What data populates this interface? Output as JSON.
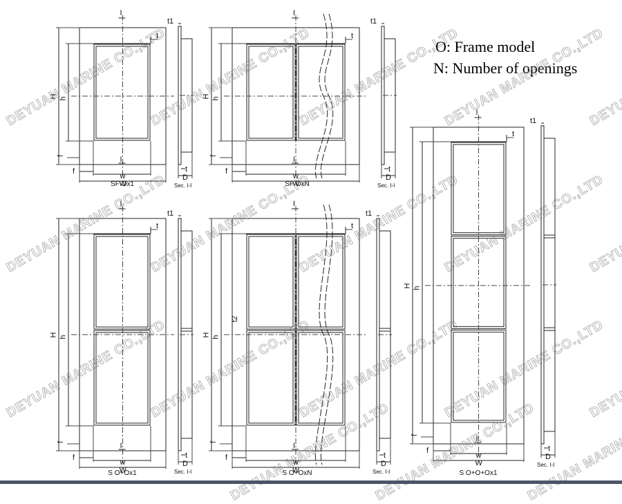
{
  "legend": {
    "frame_model": "O: Frame model",
    "openings": "N: Number of openings"
  },
  "watermark": "DEYUAN MARINE CO.,LTD",
  "section_label": "Sec. I-I",
  "dimension_labels": {
    "section_marker": "I",
    "height_outer": "H",
    "height_inner": "h",
    "width_inner": "w",
    "width_outer": "W",
    "offset": "f",
    "thickness": "t",
    "thickness_sheet": "t1",
    "middle_bar": "t2",
    "depth": "D"
  },
  "views": [
    {
      "caption": "SF Ox1"
    },
    {
      "caption": "SF OxN"
    },
    {
      "caption": "S O+Ox1"
    },
    {
      "caption": "S O+OxN"
    },
    {
      "caption": "S O+O+Ox1"
    }
  ],
  "colors": {
    "line": "#222222",
    "dash": "#444444",
    "watermark": "#888888",
    "footer": "#4a5568"
  }
}
